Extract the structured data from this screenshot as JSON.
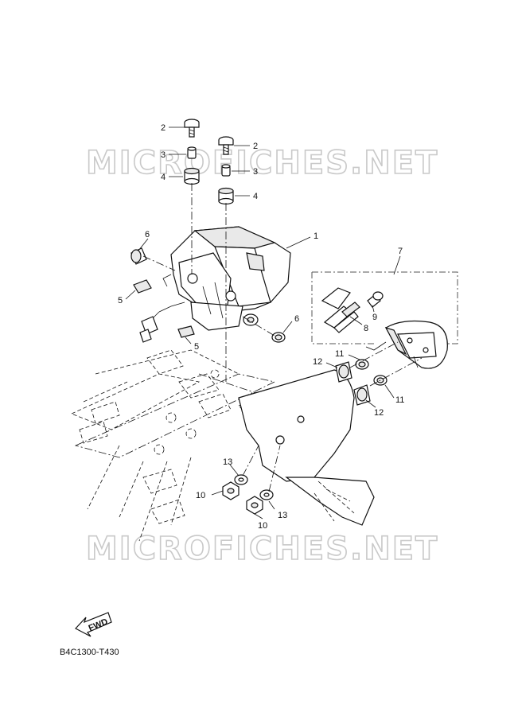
{
  "watermark": {
    "text_top": "MICROFICHES.NET",
    "text_bottom": "MICROFICHES.NET"
  },
  "callouts": {
    "c1": "1",
    "c2a": "2",
    "c2b": "2",
    "c3a": "3",
    "c3b": "3",
    "c4a": "4",
    "c4b": "4",
    "c5a": "5",
    "c5b": "5",
    "c6a": "6",
    "c6b": "6",
    "c7": "7",
    "c8": "8",
    "c9": "9",
    "c10a": "10",
    "c10b": "10",
    "c11a": "11",
    "c11b": "11",
    "c12a": "12",
    "c12b": "12",
    "c13a": "13",
    "c13b": "13"
  },
  "fwd_label": "FWD",
  "diagram_code": "B4C1300-T430"
}
